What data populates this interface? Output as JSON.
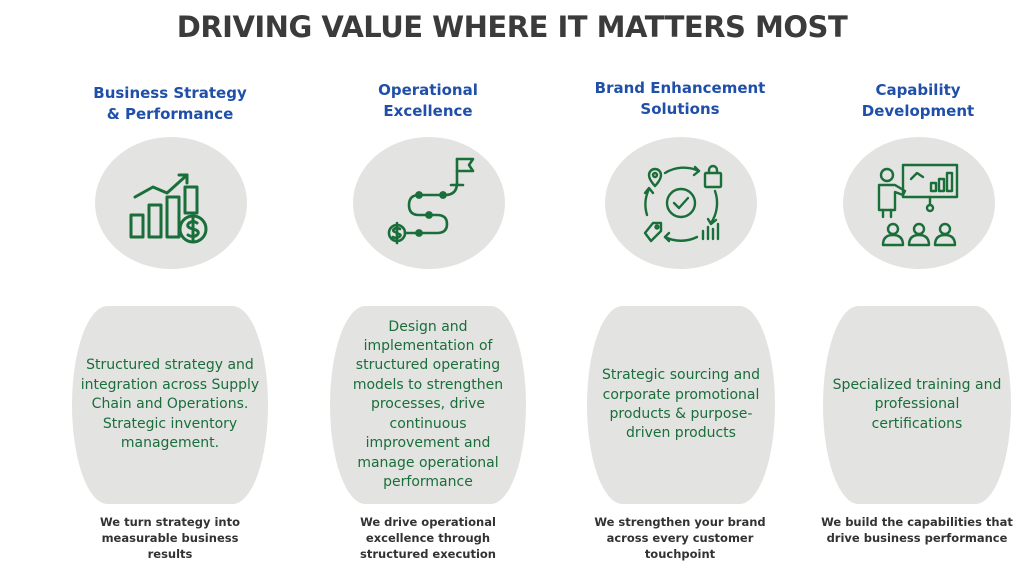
{
  "title": "DRIVING VALUE WHERE IT MATTERS MOST",
  "colors": {
    "heading": "#1f4fa8",
    "body_text": "#1a6e3a",
    "icon": "#1a6e3a",
    "shape_bg": "#e3e3e1"
  },
  "columns": [
    {
      "heading": "Business Strategy\n& Performance",
      "icon": "bar-chart-dollar-icon",
      "description": "Structured strategy and integration across Supply Chain and Operations. Strategic inventory management.",
      "tagline": "We turn strategy into measurable business results"
    },
    {
      "heading": "Operational\nExcellence",
      "icon": "roadmap-flag-icon",
      "description": "Design and implementation of structured operating models to strengthen processes, drive continuous improvement and manage operational performance",
      "tagline": "We drive operational excellence through structured execution"
    },
    {
      "heading": "Brand Enhancement\nSolutions",
      "icon": "brand-cycle-icon",
      "description": "Strategic sourcing and corporate promotional products & purpose-driven products",
      "tagline": "We strengthen your brand across every customer touchpoint"
    },
    {
      "heading": "Capability\nDevelopment",
      "icon": "training-presentation-icon",
      "description": "Specialized training and professional certifications",
      "tagline": "We build the capabilities that drive business performance"
    }
  ]
}
